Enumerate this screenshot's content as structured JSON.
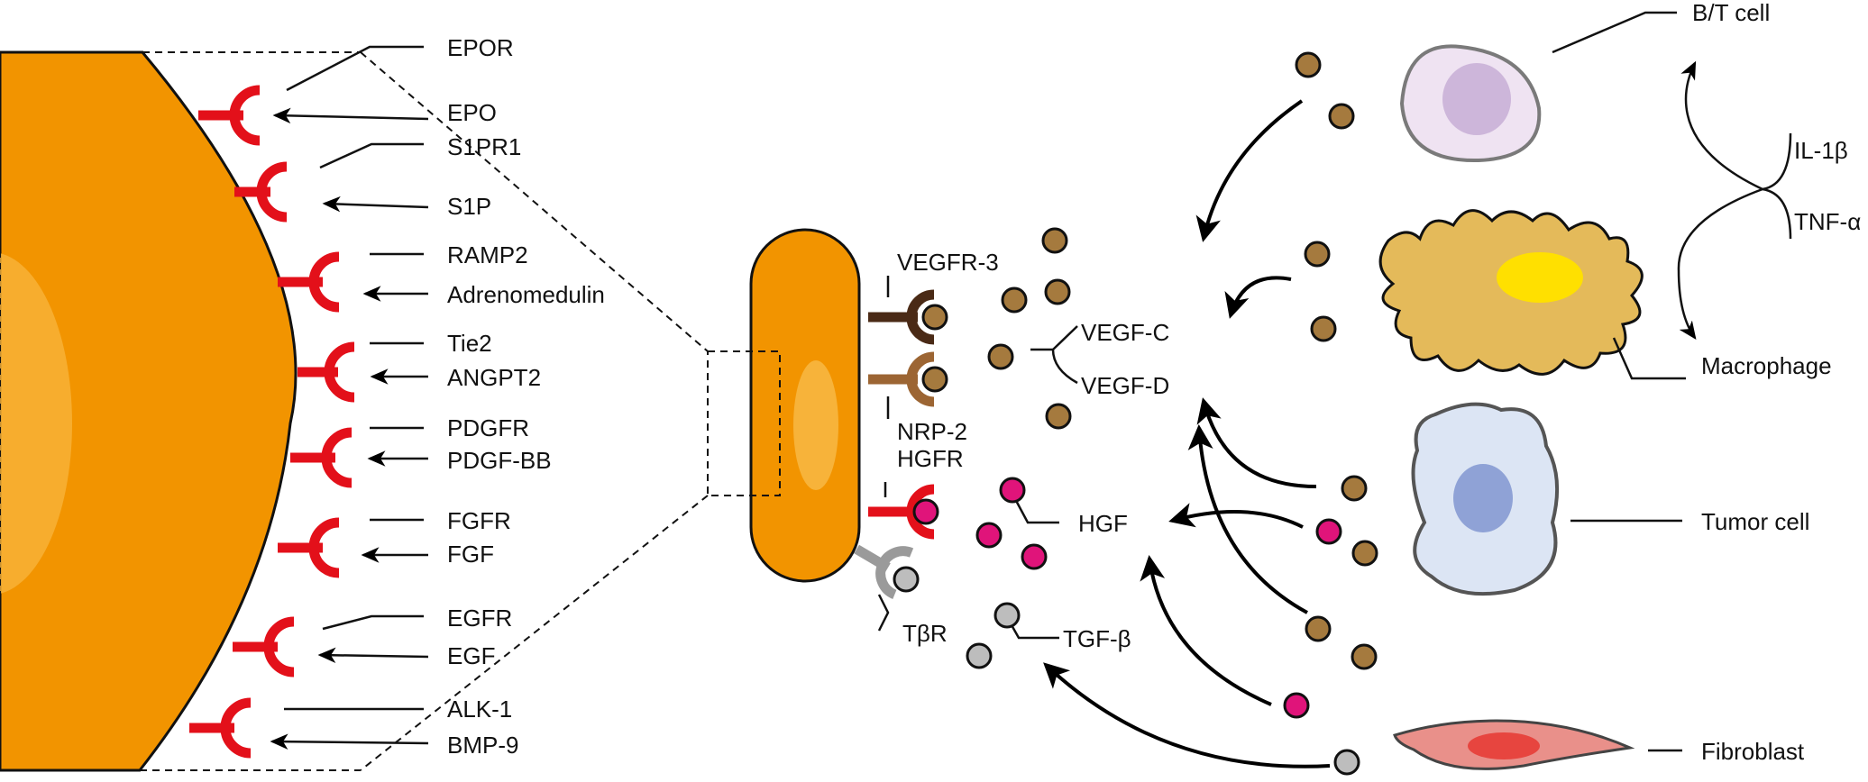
{
  "colors": {
    "cell_orange": "#F29400",
    "cell_highlight": "#F7B33A",
    "receptor_red": "#E3101A",
    "vegf_brown": "#A57A3E",
    "hgf_magenta": "#E0147A",
    "tgf_gray": "#BDBDBD",
    "vegfr3_dark": "#4A2A16",
    "nrp2_brown": "#9C6533",
    "tbr_gray": "#9A9A9A",
    "bt_cell": "#EFE3F2",
    "bt_nucleus": "#CDB6DA",
    "macrophage": "#E4BA5A",
    "macrophage_nucleus": "#FFE000",
    "tumor_cell": "#DCE5F4",
    "tumor_nucleus": "#8FA2D6",
    "fibroblast": "#E9908A",
    "fibroblast_nucleus": "#E7453F"
  },
  "receptor_pairs": [
    {
      "receptor": "EPOR",
      "ligand": "EPO"
    },
    {
      "receptor": "S1PR1",
      "ligand": "S1P"
    },
    {
      "receptor": "RAMP2",
      "ligand": "Adrenomedulin"
    },
    {
      "receptor": "Tie2",
      "ligand": "ANGPT2"
    },
    {
      "receptor": "PDGFR",
      "ligand": "PDGF-BB"
    },
    {
      "receptor": "FGFR",
      "ligand": "FGF"
    },
    {
      "receptor": "EGFR",
      "ligand": "EGF"
    },
    {
      "receptor": "ALK-1",
      "ligand": "BMP-9"
    }
  ],
  "center_labels": {
    "vegfr3": "VEGFR-3",
    "nrp2": "NRP-2",
    "hgfr": "HGFR",
    "tbr": "TβR",
    "vegfc": "VEGF-C",
    "vegfd": "VEGF-D",
    "hgf": "HGF",
    "tgfb": "TGF-β"
  },
  "cells": {
    "bt": "B/T cell",
    "macrophage": "Macrophage",
    "tumor": "Tumor cell",
    "fibroblast": "Fibroblast"
  },
  "cytokines": {
    "il1b": "IL-1β",
    "tnfa": "TNF-α"
  }
}
